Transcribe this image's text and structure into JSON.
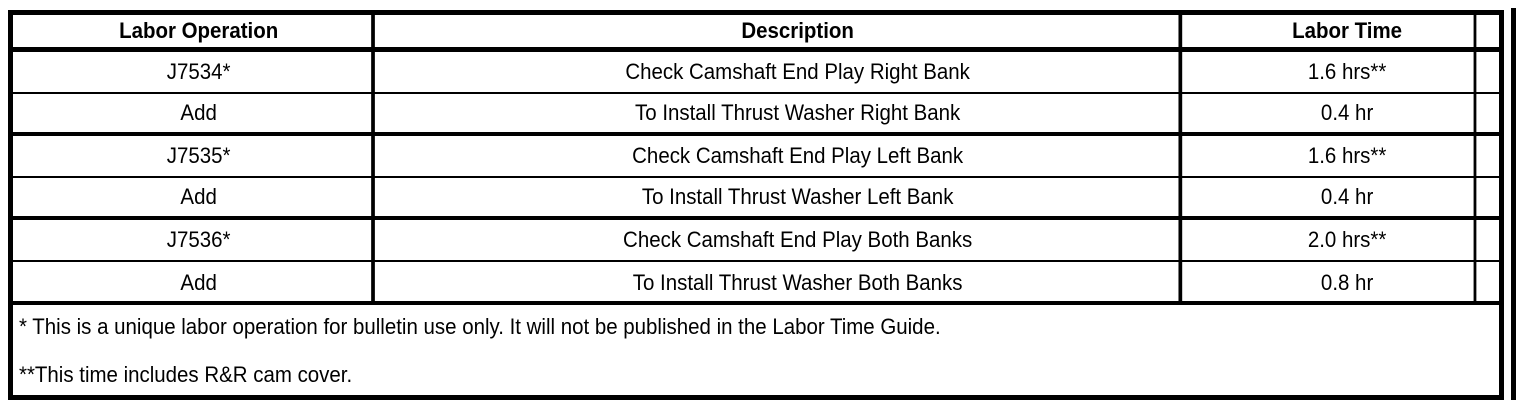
{
  "table": {
    "columns": [
      {
        "key": "labor_operation",
        "label": "Labor Operation"
      },
      {
        "key": "description",
        "label": "Description"
      },
      {
        "key": "labor_time",
        "label": "Labor Time"
      },
      {
        "key": "spacer",
        "label": ""
      }
    ],
    "rows": [
      {
        "labor_operation": "J7534*",
        "description": "Check Camshaft End Play Right Bank",
        "labor_time": "1.6 hrs**"
      },
      {
        "labor_operation": "Add",
        "description": "To Install Thrust Washer Right Bank",
        "labor_time": "0.4 hr"
      },
      {
        "labor_operation": "J7535*",
        "description": "Check Camshaft End Play Left Bank",
        "labor_time": "1.6 hrs**"
      },
      {
        "labor_operation": "Add",
        "description": "To Install Thrust Washer Left Bank",
        "labor_time": "0.4 hr"
      },
      {
        "labor_operation": "J7536*",
        "description": "Check Camshaft End Play Both Banks",
        "labor_time": "2.0 hrs**"
      },
      {
        "labor_operation": "Add",
        "description": "To Install Thrust Washer Both Banks",
        "labor_time": "0.8 hr"
      }
    ],
    "footnotes": [
      "* This is a unique labor operation for bulletin use only. It will not be published in the Labor Time Guide.",
      "**This time includes R&R cam cover."
    ]
  },
  "colors": {
    "border": "#000000",
    "text": "#000000",
    "background": "#ffffff"
  }
}
